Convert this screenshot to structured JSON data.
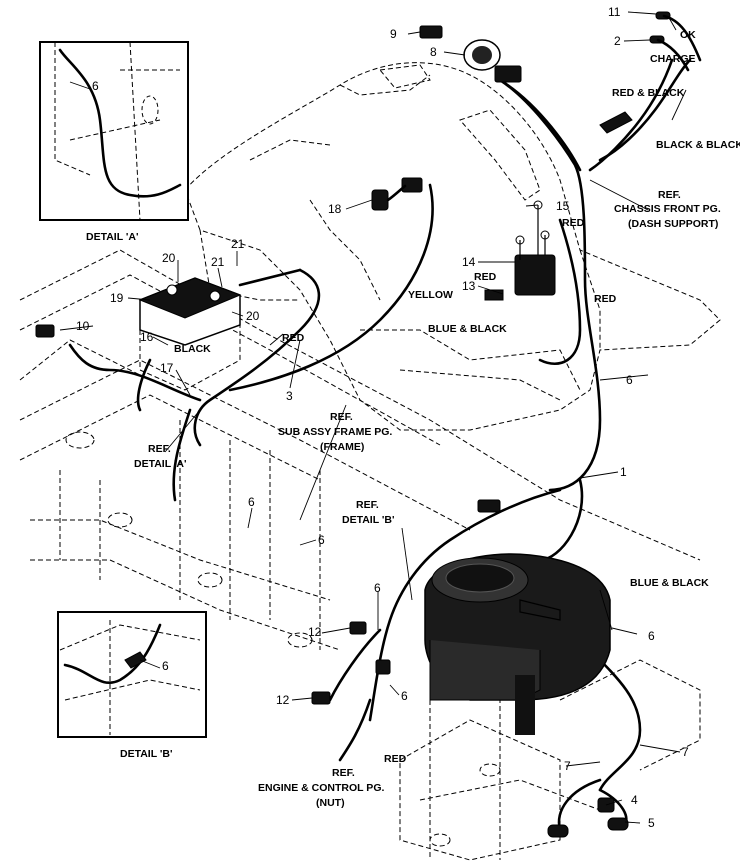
{
  "diagram": {
    "callouts": {
      "n1": "1",
      "n2": "2",
      "n3": "3",
      "n4": "4",
      "n5": "5",
      "n6a": "6",
      "n6b": "6",
      "n6c": "6",
      "n6d": "6",
      "n6e": "6",
      "n6f": "6",
      "n6g": "6",
      "n6h": "6",
      "n7a": "7",
      "n7b": "7",
      "n8": "8",
      "n9": "9",
      "n10": "10",
      "n11": "11",
      "n12a": "12",
      "n12b": "12",
      "n13": "13",
      "n14": "14",
      "n15": "15",
      "n16": "16",
      "n17": "17",
      "n18": "18",
      "n19": "19",
      "n20a": "20",
      "n20b": "20",
      "n21a": "21",
      "n21b": "21"
    },
    "labels": {
      "ok": "OK",
      "charge": "CHARGE",
      "red_black": "RED & BLACK",
      "black_black": "BLACK & BLACK",
      "chassis_ref_1": "REF.",
      "chassis_ref_2": "CHASSIS FRONT PG.",
      "chassis_ref_3": "(DASH SUPPORT)",
      "red_1": "RED",
      "red_2": "RED",
      "red_3": "RED",
      "red_4": "RED",
      "red_5": "RED",
      "yellow": "YELLOW",
      "blue_black_1": "BLUE & BLACK",
      "blue_black_2": "BLUE & BLACK",
      "black": "BLACK",
      "detail_a": "DETAIL 'A'",
      "detail_b": "DETAIL 'B'",
      "ref_detail_a_1": "REF.",
      "ref_detail_a_2": "DETAIL 'A'",
      "ref_frame_1": "REF.",
      "ref_frame_2": "SUB ASSY FRAME PG.",
      "ref_frame_3": "(FRAME)",
      "ref_detail_b_1": "REF.",
      "ref_detail_b_2": "DETAIL 'B'",
      "ref_engine_1": "REF.",
      "ref_engine_2": "ENGINE & CONTROL PG.",
      "ref_engine_3": "(NUT)"
    }
  }
}
